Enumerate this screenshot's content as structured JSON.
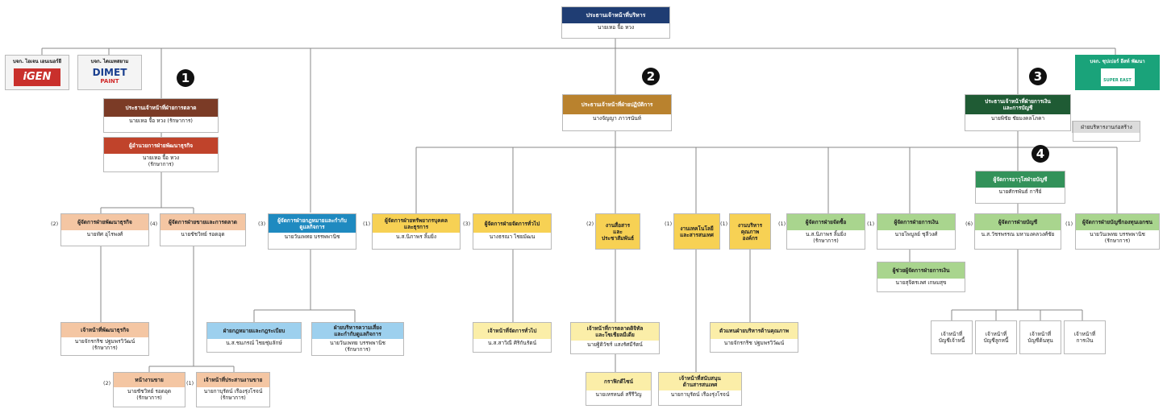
{
  "markers": [
    "1",
    "2",
    "3",
    "4"
  ],
  "logos": {
    "igen": {
      "title": "บจก. ไอเจน เอนเนอร์ยี",
      "brand": "iGEN"
    },
    "dimet": {
      "title": "บจก. ไดเมทสยาม",
      "brand": "DIMET",
      "brand_sub": "PAINT"
    },
    "super": {
      "title": "บจก. ซุปเปอร์ อีสท์ พัฒนา",
      "brand": "SUPER EAST"
    }
  },
  "boxes": {
    "chairman": {
      "title": "ประธานเจ้าหน้าที่บริหาร",
      "name": "นายเหอ จื้อ หวง"
    },
    "mkt_ceo": {
      "title": "ประธานเจ้าหน้าที่ฝ่ายการตลาด",
      "name": "นายเหอ จื้อ หวง (รักษาการ)"
    },
    "bizdev_dir": {
      "title": "ผู้อำนวยการฝ่ายพัฒนาธุรกิจ",
      "name": "นายเหอ จื้อ หวง\n(รักษาการ)"
    },
    "bizdev_mgr": {
      "num": "(2)",
      "title": "ผู้จัดการฝ่ายพัฒนาธุรกิจ",
      "name": "นายทัศ อุไรพงศ์"
    },
    "sales_mgr": {
      "num": "(4)",
      "title": "ผู้จัดการฝ่ายขายและการตลาด",
      "name": "นายชัชวิทย์ รอดอุด"
    },
    "bizdev_off": {
      "title": "เจ้าหน้าที่พัฒนาธุรกิจ",
      "name": "นายจักรกริช ปฐมพรวิวัฒน์\n(รักษาการ)"
    },
    "sales_head": {
      "num": "(2)",
      "title": "หน้างานขาย",
      "name": "นายชัชวิทย์ รอดอุด\n(รักษาการ)"
    },
    "sales_off": {
      "num": "(1)",
      "title": "เจ้าหน้าที่ประสานงานขาย",
      "name": "นายกาบุรัตน์ เรืองรุ่งโรจน์\n(รักษาการ)"
    },
    "ops_ceo": {
      "title": "ประธานเจ้าหน้าที่ฝ่ายปฏิบัติการ",
      "name": "นางจัญญา ภาวรนันท์"
    },
    "legal_mgr": {
      "num": "(3)",
      "title": "ผู้จัดการฝ่ายกฎหมายและกำกับ\nดูแลกิจการ",
      "name": "นายวันเพทย บรรพพานิช"
    },
    "hr_mgr": {
      "num": "(1)",
      "title": "ผู้จัดการฝ่ายทรัพยากรบุคคล\nและธุรการ",
      "name": "น.ส.นิภาพร ลิ้มยิ่ง"
    },
    "admin_mgr": {
      "num": "(3)",
      "title": "ผู้จัดการฝ่ายจัดการทั่วไป",
      "name": "นางธรณา ไชยมัฒน"
    },
    "pr": {
      "num": "(2)",
      "title": "งานสื่อสาร\nและ\nประชาสัมพันธ์",
      "name": ""
    },
    "it": {
      "num": "(1)",
      "title": "งานเทคโนโลยี\nและสารสนเทศ",
      "name": ""
    },
    "quality": {
      "num": "(1)",
      "title": "งานบริหาร\nคุณภาพ\nองค์กร",
      "name": ""
    },
    "legal_dept": {
      "title": "ฝ่ายกฎหมายและกฎระเบียบ",
      "name": "น.ส.ชมภรณ์ ไชยชุ่มลักษ์"
    },
    "risk_dept": {
      "title": "ฝ่ายบริหารความเสี่ยง\nและกำกับดูแลกิจการ",
      "name": "นายวันเพทย บรรพพานิช\n(รักษาการ)"
    },
    "admin_off": {
      "title": "เจ้าหน้าที่จัดการทั่วไป",
      "name": "น.ส.สาวิณี ศิริกันรัตน์"
    },
    "digital_off": {
      "title": "เจ้าหน้าที่การตลาดดิจิทัล\nและโซเชียลมีเดีย",
      "name": "นายฐิติวัชร์ แสงรัศมีรัตน์"
    },
    "quality_rep": {
      "title": "ตัวแทนฝ่ายบริหารด้านคุณภาพ",
      "name": "นายจักรกริช ปฐมพรวิวัฒน์"
    },
    "graphic": {
      "title": "กราฟิกดีไซน์",
      "name": "นายเหรหนต์ สรีรีวิญ"
    },
    "it_support": {
      "title": "เจ้าหน้าที่สนับสนุน\nด้านสารสนเทศ",
      "name": "นายกาบุรัตน์ เรืองรุ่งโรจน์"
    },
    "fin_ceo": {
      "title": "ประธานเจ้าหน้าที่ฝ่ายการเงิน\nและการบัญชี",
      "name": "นายพิชัย ชัยมงคลโภคา"
    },
    "construction": {
      "title": "ฝ่ายบริหารงานก่อสร้าง",
      "name": ""
    },
    "acct_dir": {
      "title": "ผู้จัดการอาวุโสฝ่ายบัญชี",
      "name": "นายศักรพันธ์ การีย์"
    },
    "purchase_mgr": {
      "num": "(1)",
      "title": "ผู้จัดการฝ่ายจัดซื้อ",
      "name": "น.ส.นิภาพร ลิ้มยิ่ง\n(รักษาการ)"
    },
    "finance_mgr": {
      "num": "(1)",
      "title": "ผู้จัดการฝ่ายการเงิน",
      "name": "นายไพบูลย์ ชุลีวงศ์"
    },
    "acct_mgr": {
      "num": "(6)",
      "title": "ผู้จัดการฝ่ายบัญชี",
      "name": "น.ส.วัชรพรรณ มหามงคลวงศ์ชัย"
    },
    "fund_mgr": {
      "num": "(1)",
      "title": "ผู้จัดการฝ่ายบัญชีกองทุนเอกชน",
      "name": "นายวันเพทย บรรพพานิช\n(รักษาการ)"
    },
    "finance_asst": {
      "title": "ผู้ช่วยผู้จัดการฝ่ายการเงิน",
      "name": "นายสุจิตรเลศ เกษมสุข"
    },
    "acct_off1": {
      "title": "เจ้าหน้าที่\nบัญชีเจ้าหนี้",
      "name": ""
    },
    "acct_off2": {
      "title": "เจ้าหน้าที่\nบัญชีลูกหนี้",
      "name": ""
    },
    "acct_off3": {
      "title": "เจ้าหน้าที่\nบัญชีต้นทุน",
      "name": ""
    },
    "acct_off4": {
      "title": "เจ้าหน้าที่\nการเงิน",
      "name": ""
    }
  },
  "colors": {
    "navy": "#1f3d73",
    "brown": "#7b3b26",
    "red": "#c0432b",
    "peach": "#f4c6a3",
    "blue": "#1f8ac0",
    "lightblue": "#9dd0ee",
    "yellow": "#f7d154",
    "lightyellow": "#fbeea8",
    "gold": "#b9822e",
    "darkgreen": "#1f5b34",
    "green": "#33925a",
    "lightgreen": "#a9d58e",
    "teal": "#1aa37a",
    "grey": "#dcdcdc"
  }
}
